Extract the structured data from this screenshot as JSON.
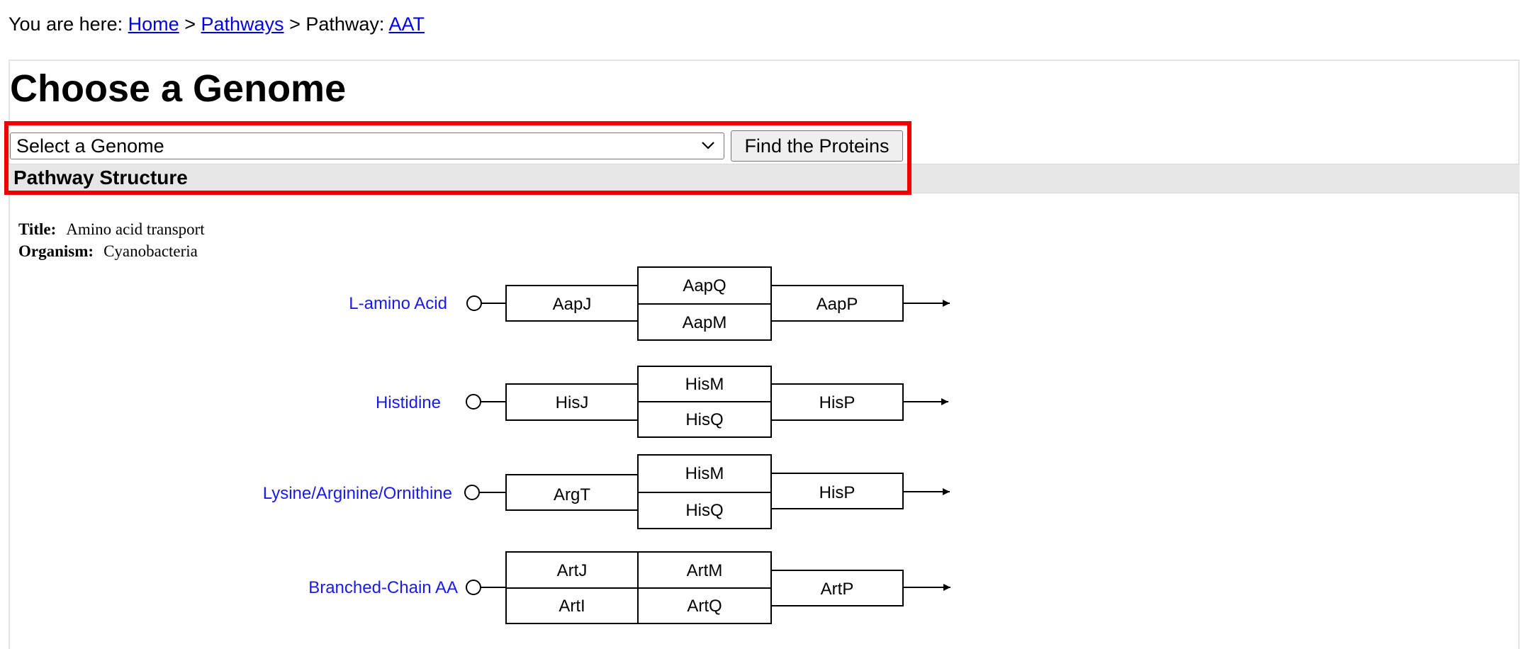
{
  "breadcrumb": {
    "prefix": "You are here:",
    "home": "Home",
    "sep1": ">",
    "pathways": "Pathways",
    "sep2": ">",
    "current_label": "Pathway:",
    "current": "AAT"
  },
  "title": "Choose a Genome",
  "genome_select": {
    "selected": "Select a Genome"
  },
  "find_button_label": "Find the Proteins",
  "section_header": "Pathway Structure",
  "info": {
    "title_label": "Title:",
    "title_value": "Amino acid transport",
    "organism_label": "Organism:",
    "organism_value": "Cyanobacteria"
  },
  "pathways": [
    {
      "substrate": "L-amino Acid",
      "binding": [
        "AapJ"
      ],
      "permease": [
        "AapQ",
        "AapM"
      ],
      "atpase": "AapP"
    },
    {
      "substrate": "Histidine",
      "binding": [
        "HisJ"
      ],
      "permease": [
        "HisM",
        "HisQ"
      ],
      "atpase": "HisP"
    },
    {
      "substrate": "Lysine/Arginine/Ornithine",
      "binding": [
        "ArgT"
      ],
      "permease": [
        "HisM",
        "HisQ"
      ],
      "atpase": "HisP"
    },
    {
      "substrate": "Branched-Chain AA",
      "binding": [
        "ArtJ",
        "ArtI"
      ],
      "permease": [
        "ArtM",
        "ArtQ"
      ],
      "atpase": "ArtP"
    }
  ],
  "colors": {
    "link": "#0000ee",
    "substrate": "#1a1aee",
    "highlight": "#ee0000",
    "section_bg": "#e6e6e6"
  }
}
